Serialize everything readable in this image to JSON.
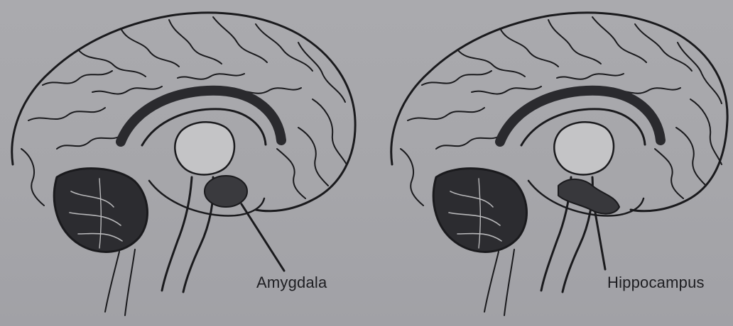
{
  "panels": [
    {
      "id": "amygdala",
      "label": "Amygdala"
    },
    {
      "id": "hippocampus",
      "label": "Hippocampus"
    }
  ]
}
